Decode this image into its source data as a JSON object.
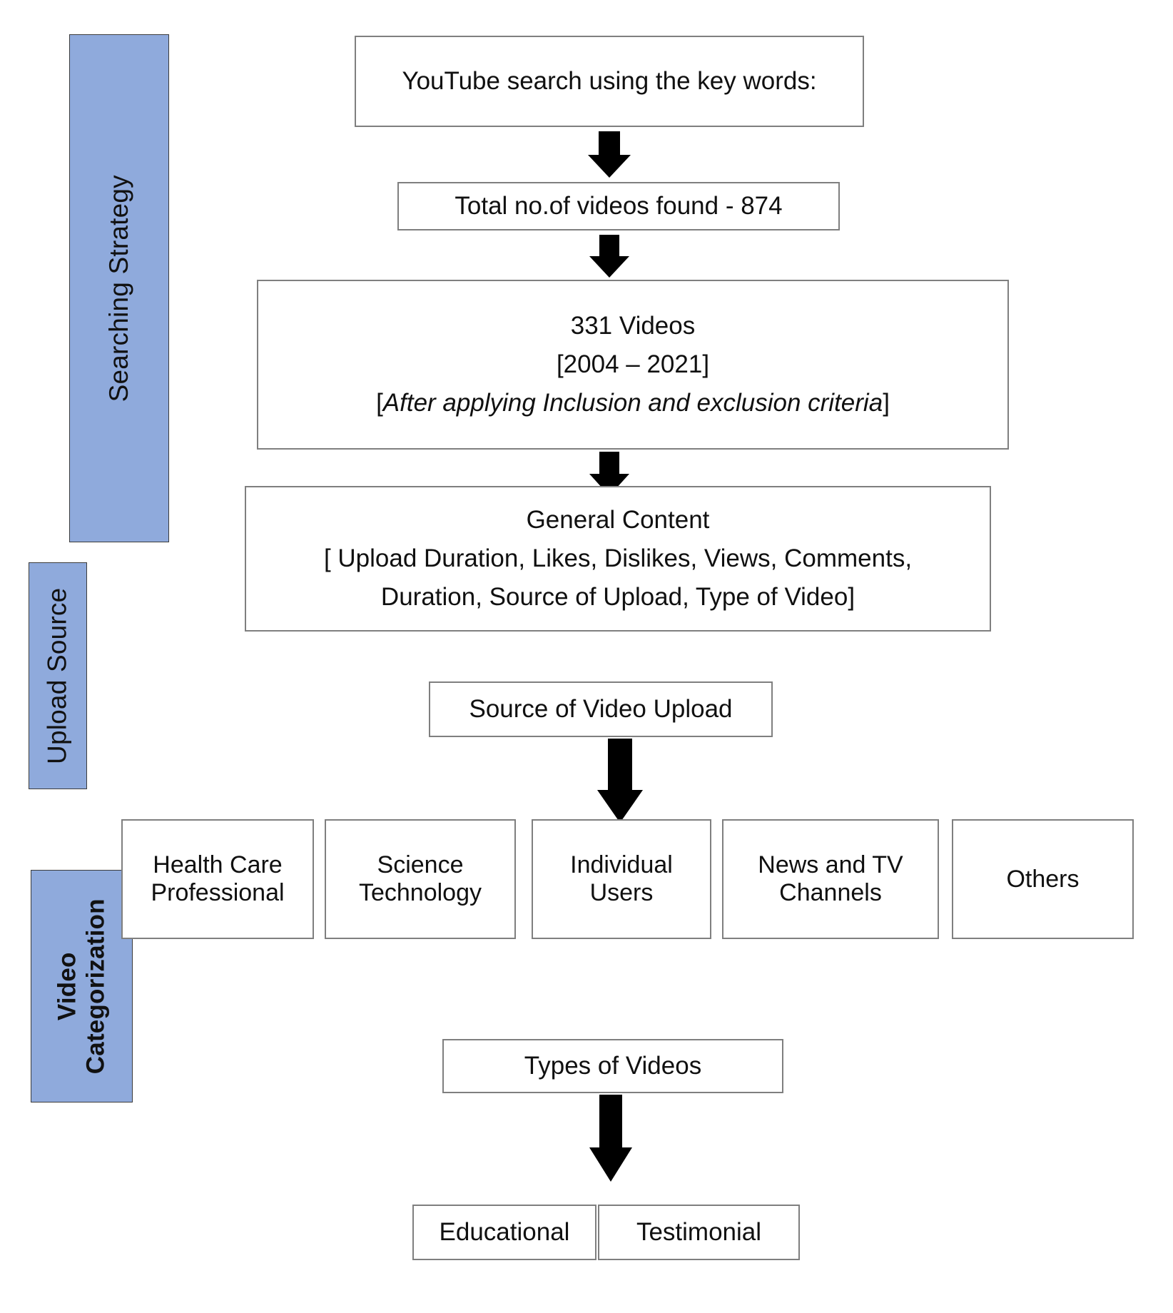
{
  "sections": [
    {
      "id": "searching",
      "label": "Searching Strategy"
    },
    {
      "id": "upload",
      "label": "Upload Source"
    },
    {
      "id": "categorization",
      "label": "Video Categorization"
    }
  ],
  "searching_strategy": {
    "search_box": {
      "text": "YouTube search using the key words:"
    },
    "total_box": {
      "text": "Total no.of videos found - 874"
    },
    "videos_box": {
      "line1": "331 Videos",
      "line2": "[2004 – 2021]",
      "line3_open": "[",
      "line3_italic": "After applying Inclusion and exclusion criteria",
      "line3_close": "]"
    },
    "general_content_box": {
      "title": "General Content",
      "detail_line1": "[ Upload Duration, Likes, Dislikes, Views, Comments,",
      "detail_line2": "Duration, Source of Upload, Type of Video]"
    }
  },
  "upload_source": {
    "parent_box": {
      "text": "Source of Video Upload"
    },
    "categories": [
      {
        "line1": "Health Care",
        "line2": "Professional"
      },
      {
        "line1": "Science",
        "line2": "Technology"
      },
      {
        "line1": "Individual",
        "line2": "Users"
      },
      {
        "line1": "News and TV",
        "line2": "Channels"
      },
      {
        "line1": "Others",
        "line2": ""
      }
    ]
  },
  "video_categorization": {
    "parent_box": {
      "text": "Types of Videos"
    },
    "types": [
      {
        "label": "Educational"
      },
      {
        "label": "Testimonial"
      }
    ]
  },
  "colors": {
    "band_fill": "#8FAADC",
    "band_border": "#3c3c3c",
    "box_border": "#7f7f7f",
    "arrow": "#000000",
    "text": "#101010",
    "background": "#ffffff"
  }
}
